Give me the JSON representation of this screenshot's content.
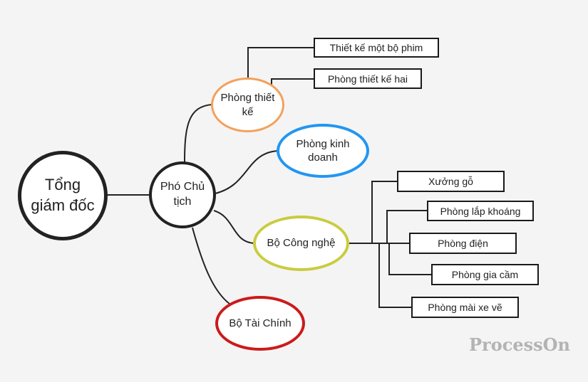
{
  "colors": {
    "background": "#f4f4f4",
    "connector": "#222222",
    "root_border": "#222222",
    "vice_border": "#222222",
    "design_border": "#f4a05a",
    "sales_border": "#2196f3",
    "tech_border": "#c9cc3f",
    "finance_border": "#cc1a1a"
  },
  "nodes": {
    "root": "Tổng giám đốc",
    "vice_chairman": "Phó Chủ tịch",
    "design_dept": "Phòng thiết kế",
    "sales_dept": "Phòng kinh doanh",
    "tech_dept": "Bộ Công nghệ",
    "finance_dept": "Bộ Tài Chính"
  },
  "design_children": [
    "Thiết kế một bộ phim",
    "Phòng thiết kế hai"
  ],
  "tech_children": [
    "Xưởng gỗ",
    "Phòng lắp khoáng",
    "Phòng điện",
    "Phòng gia cầm",
    "Phòng mài xe vẽ"
  ],
  "watermark": "ProcessOn"
}
